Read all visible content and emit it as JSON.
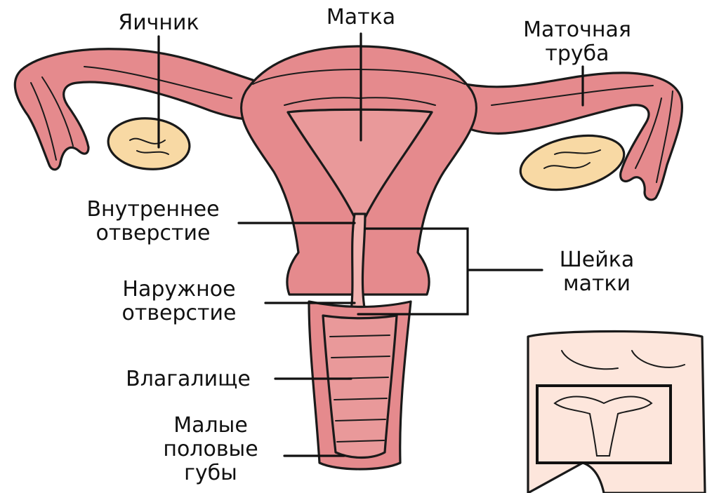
{
  "labels": {
    "ovary": "Яичник",
    "uterus": "Матка",
    "tube_line1": "Маточная",
    "tube_line2": "труба",
    "internal_os_line1": "Внутреннее",
    "internal_os_line2": "отверстие",
    "external_os_line1": "Наружное",
    "external_os_line2": "отверстие",
    "cervix_line1": "Шейка",
    "cervix_line2": "матки",
    "vagina": "Влагалище",
    "labia_line1": "Малые",
    "labia_line2": "половые",
    "labia_line3": "губы"
  },
  "colors": {
    "tissue": "#e58a8d",
    "tissue_light": "#f2b3b1",
    "cavity": "#e9999a",
    "ovary": "#f8d9a4",
    "skin": "#fde6dc",
    "outline": "#1a1a1a"
  }
}
